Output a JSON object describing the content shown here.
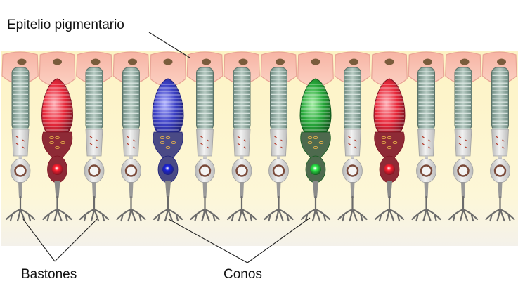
{
  "labels": {
    "epitelio": "Epitelio pigmentario",
    "bastones": "Bastones",
    "conos": "Conos"
  },
  "cells": [
    {
      "type": "rod"
    },
    {
      "type": "cone",
      "color": "red"
    },
    {
      "type": "rod"
    },
    {
      "type": "rod"
    },
    {
      "type": "cone",
      "color": "blue"
    },
    {
      "type": "rod"
    },
    {
      "type": "rod"
    },
    {
      "type": "rod"
    },
    {
      "type": "cone",
      "color": "green"
    },
    {
      "type": "rod"
    },
    {
      "type": "cone",
      "color": "red"
    },
    {
      "type": "rod"
    },
    {
      "type": "rod"
    },
    {
      "type": "rod"
    }
  ],
  "colors": {
    "epithelium": "#f9c4b6",
    "epithelium_edge": "#e8a495",
    "background": "#fdf5c8",
    "rod_stack": "#8ea59c",
    "rod_body": "#dcdcdc",
    "red": "#e8283a",
    "blue": "#3b3fc4",
    "green": "#27a83a"
  }
}
